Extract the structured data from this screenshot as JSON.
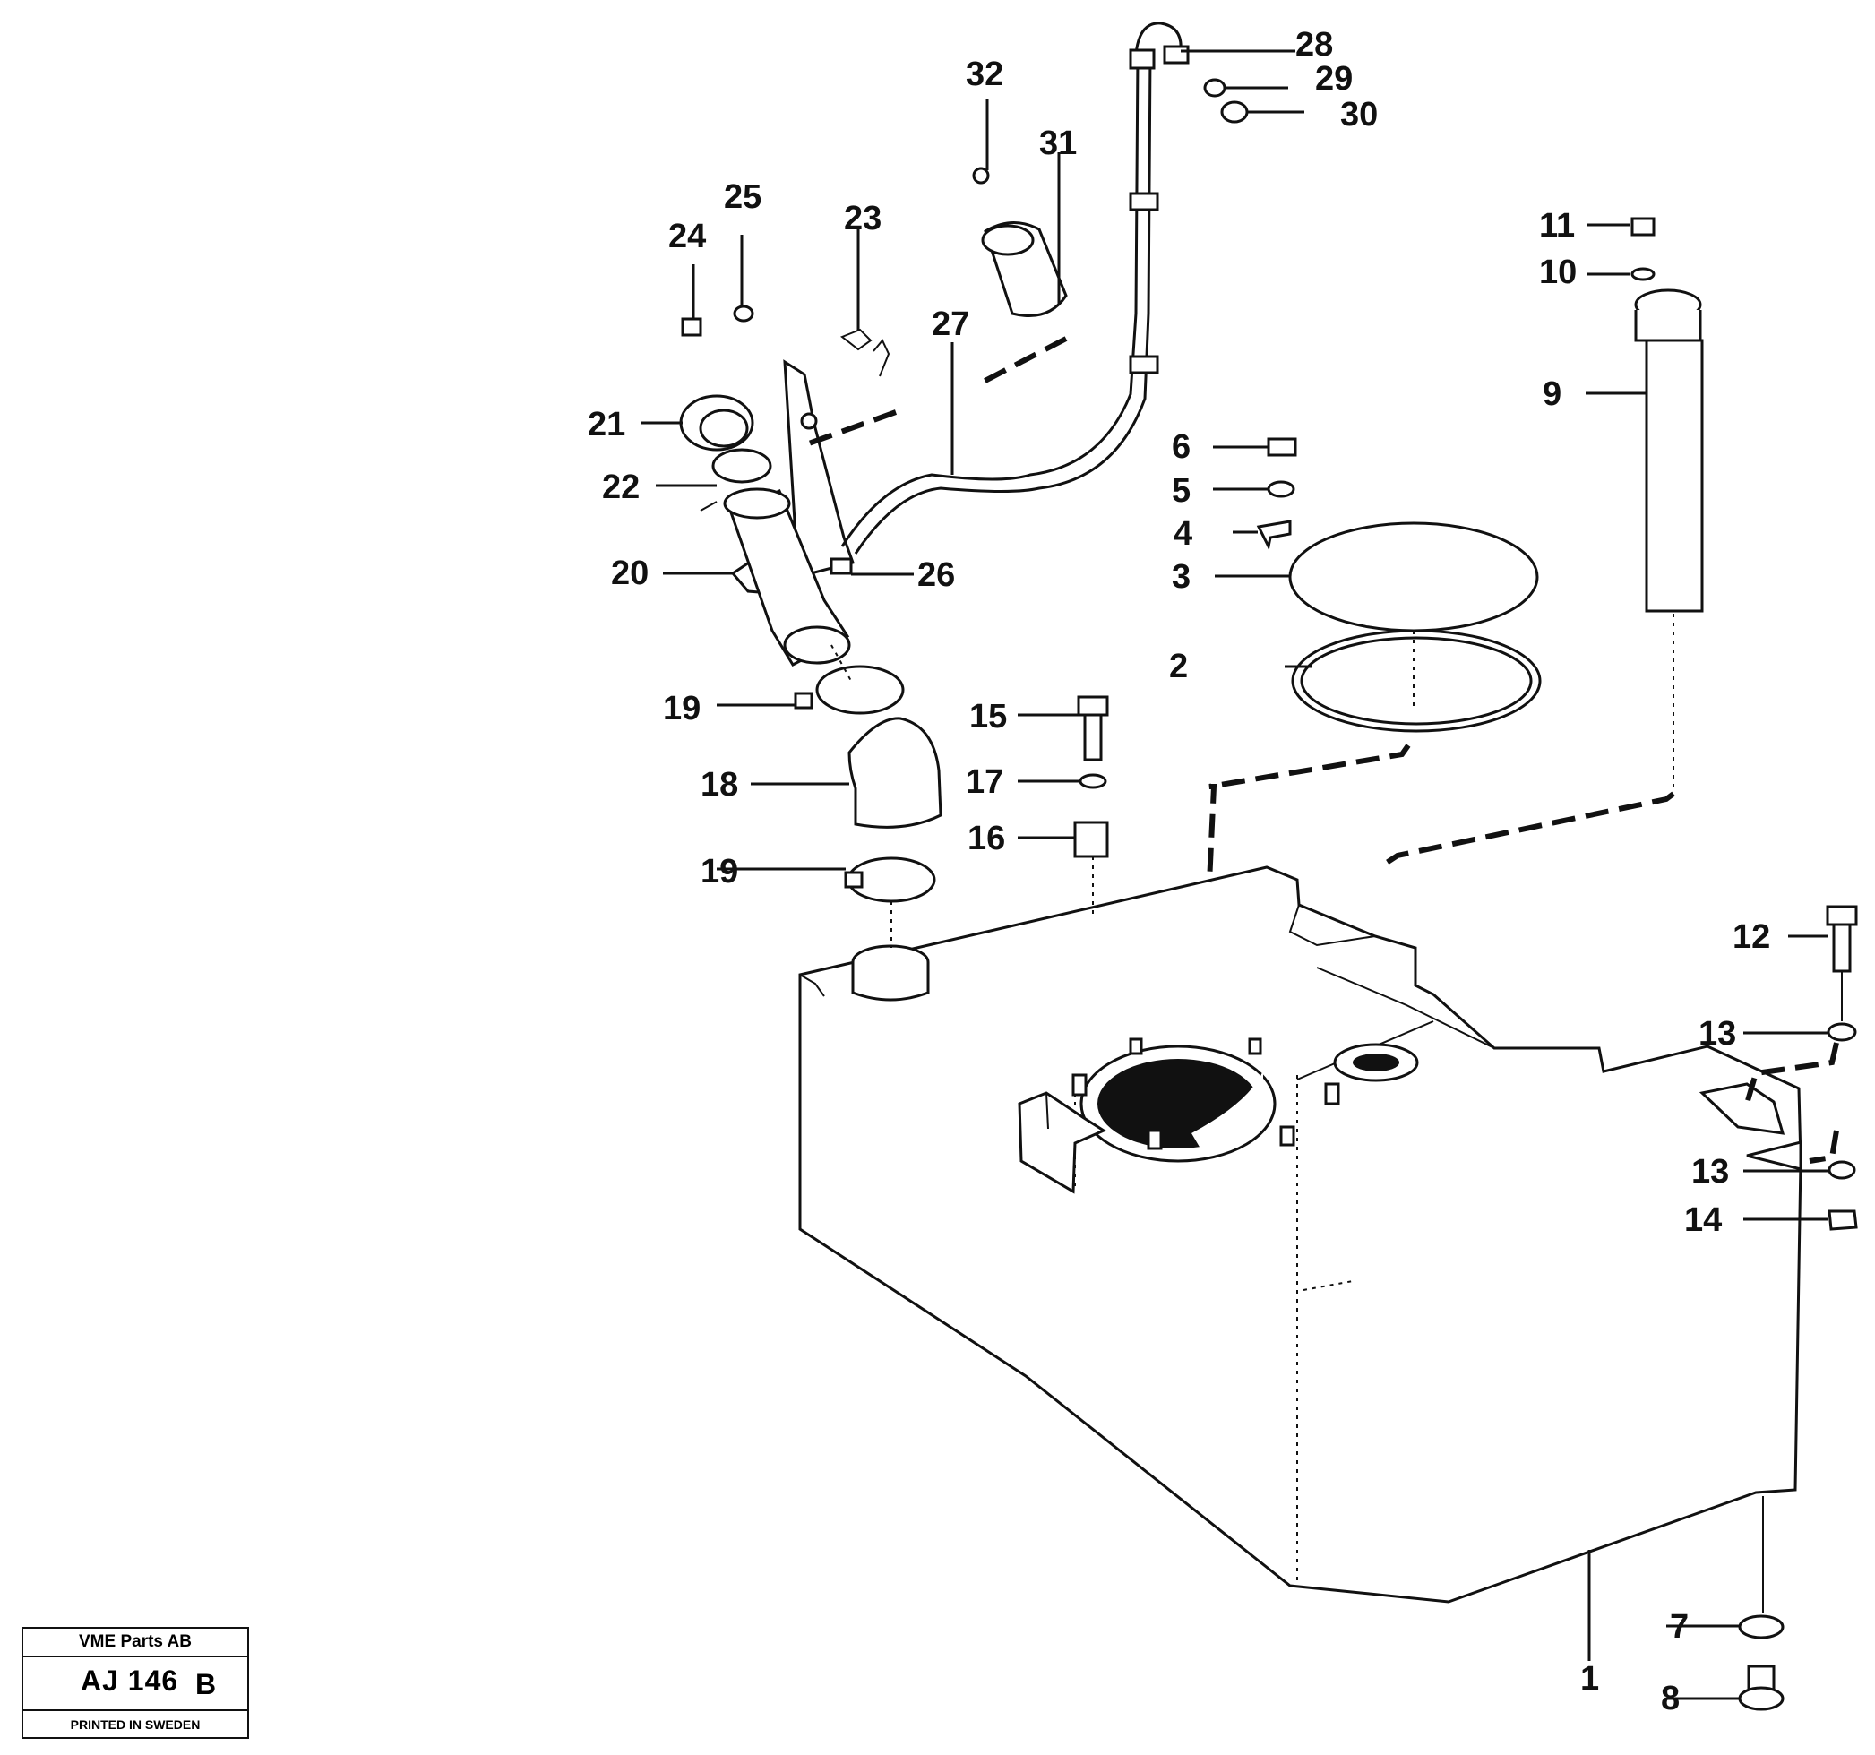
{
  "labels": {
    "l1": "1",
    "l2": "2",
    "l3": "3",
    "l4": "4",
    "l5": "5",
    "l6": "6",
    "l7": "7",
    "l8": "8",
    "l9": "9",
    "l10": "10",
    "l11": "11",
    "l12": "12",
    "l13a": "13",
    "l13b": "13",
    "l14": "14",
    "l15": "15",
    "l16": "16",
    "l17": "17",
    "l18": "18",
    "l19a": "19",
    "l19b": "19",
    "l20": "20",
    "l21": "21",
    "l22": "22",
    "l23": "23",
    "l24": "24",
    "l25": "25",
    "l26": "26",
    "l27": "27",
    "l28": "28",
    "l29": "29",
    "l30": "30",
    "l31": "31",
    "l32": "32"
  },
  "stamp": {
    "company": "VME Parts AB",
    "code": "AJ 146",
    "revision": "B",
    "printed": "PRINTED IN SWEDEN"
  }
}
